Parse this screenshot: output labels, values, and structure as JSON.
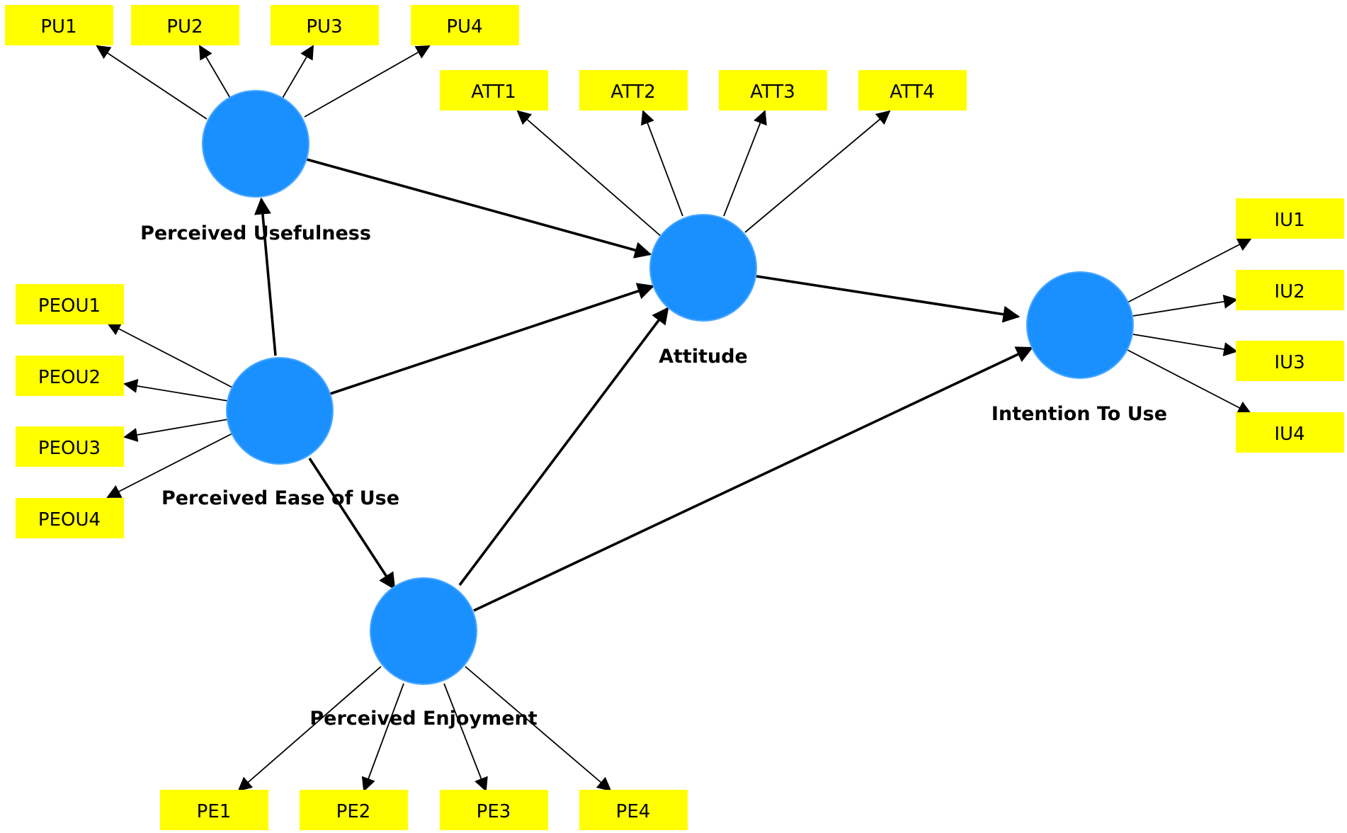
{
  "diagram": {
    "type": "structural-equation-model",
    "colors": {
      "construct_fill": "#1a90ff",
      "indicator_fill": "#ffff00",
      "arrow": "#000000",
      "background": "#ffffff"
    },
    "constructs": [
      {
        "id": "PU",
        "label": "Perceived Usefulness"
      },
      {
        "id": "PEOU",
        "label": "Perceived Ease of Use"
      },
      {
        "id": "PE",
        "label": "Perceived Enjoyment"
      },
      {
        "id": "ATT",
        "label": "Attitude"
      },
      {
        "id": "IU",
        "label": "Intention To Use"
      }
    ],
    "indicators": {
      "PU": [
        "PU1",
        "PU2",
        "PU3",
        "PU4"
      ],
      "PEOU": [
        "PEOU1",
        "PEOU2",
        "PEOU3",
        "PEOU4"
      ],
      "PE": [
        "PE1",
        "PE2",
        "PE3",
        "PE4"
      ],
      "ATT": [
        "ATT1",
        "ATT2",
        "ATT3",
        "ATT4"
      ],
      "IU": [
        "IU1",
        "IU2",
        "IU3",
        "IU4"
      ]
    },
    "paths": [
      {
        "from": "PEOU",
        "to": "PU"
      },
      {
        "from": "PEOU",
        "to": "ATT"
      },
      {
        "from": "PEOU",
        "to": "PE"
      },
      {
        "from": "PU",
        "to": "ATT"
      },
      {
        "from": "PE",
        "to": "ATT"
      },
      {
        "from": "PE",
        "to": "IU"
      },
      {
        "from": "ATT",
        "to": "IU"
      }
    ]
  }
}
